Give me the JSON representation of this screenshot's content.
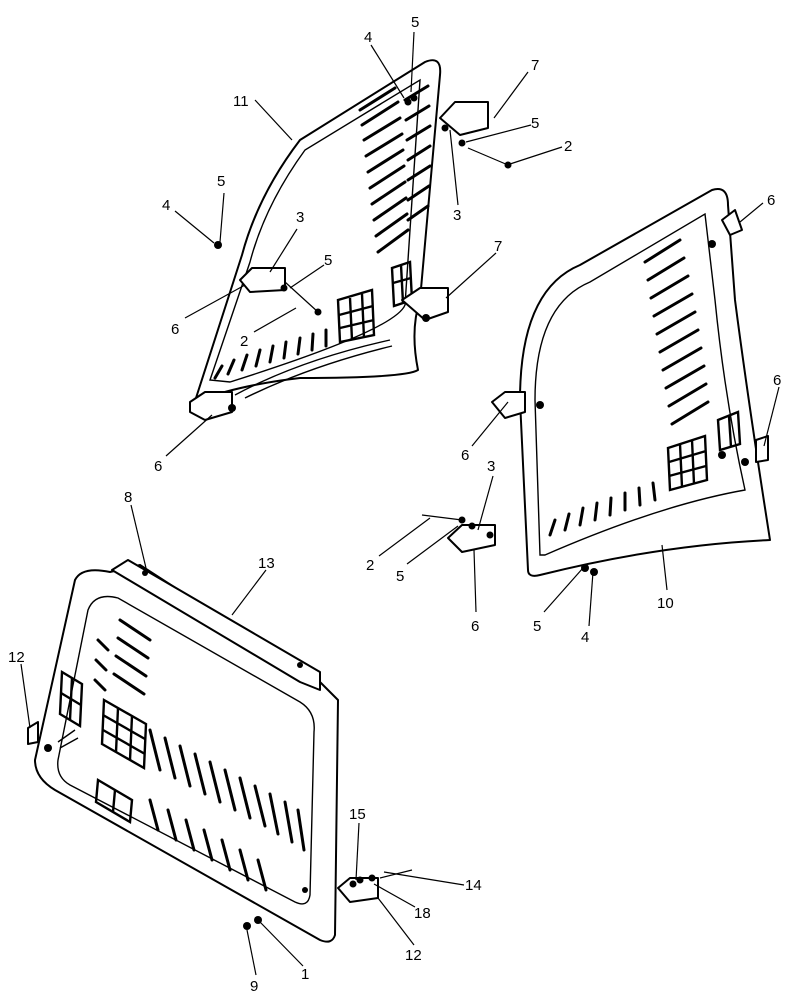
{
  "callouts": {
    "upper_left_panel": [
      "5",
      "4",
      "7",
      "5",
      "2",
      "11",
      "3",
      "5",
      "4",
      "3",
      "5",
      "7",
      "6",
      "2",
      "6"
    ],
    "right_panel": [
      "6",
      "6",
      "3",
      "6",
      "2",
      "5",
      "6",
      "5",
      "4",
      "10"
    ],
    "lower_panel": [
      "8",
      "13",
      "12",
      "15",
      "14",
      "18",
      "12",
      "9",
      "1"
    ]
  }
}
